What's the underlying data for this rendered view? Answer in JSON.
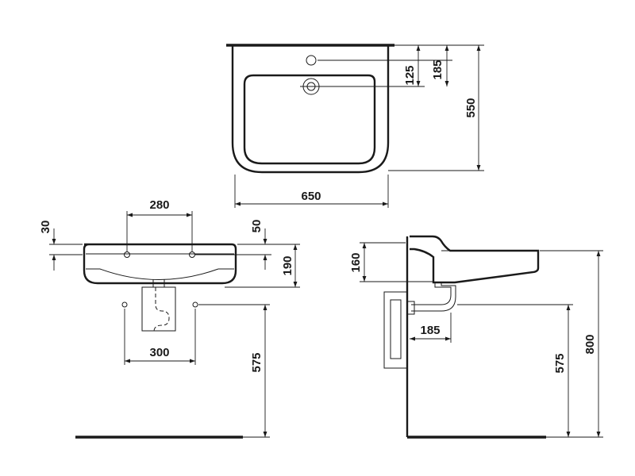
{
  "top_view": {
    "dims": {
      "tap_hole": "125",
      "edge": "185",
      "depth": "550",
      "width": "650"
    }
  },
  "front_view": {
    "dims": {
      "top_thickness": "30",
      "rim": "50",
      "holes": "280",
      "height": "190",
      "brackets": "300",
      "floor": "575"
    }
  },
  "side_view": {
    "dims": {
      "trap": "160",
      "projection": "185",
      "floor": "575",
      "total": "800"
    }
  }
}
